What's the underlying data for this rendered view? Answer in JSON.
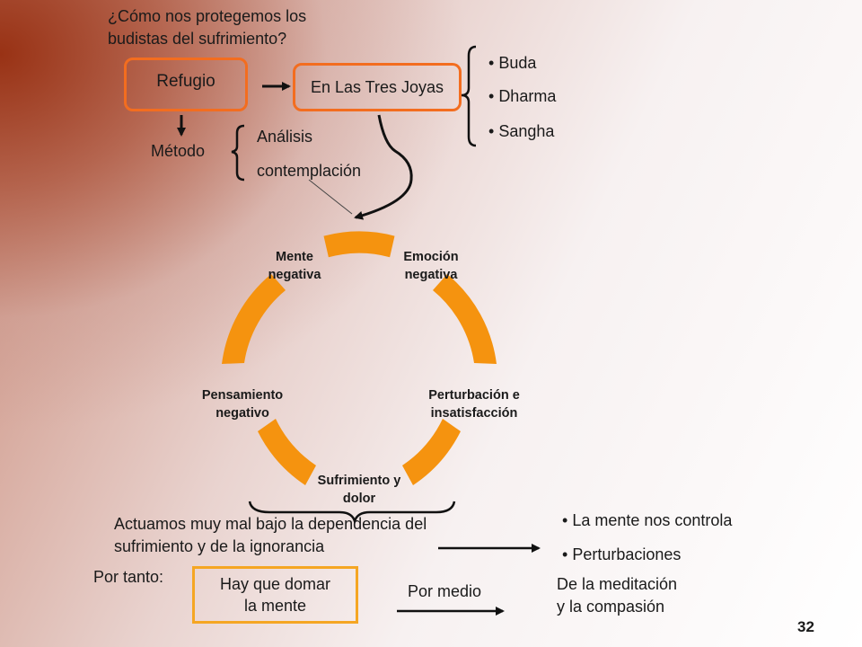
{
  "question": {
    "line1": "¿Cómo nos protegemos los",
    "line2": "budistas del sufrimiento?"
  },
  "refugio": "Refugio",
  "tres_joyas": "En Las Tres Joyas",
  "joyas": [
    "Buda",
    "Dharma",
    "Sangha"
  ],
  "metodo": "Método",
  "metodo_items": [
    "Análisis",
    "contemplación"
  ],
  "cycle": {
    "emocion": "Emoción negativa",
    "perturbacion": "Perturbación e insatisfacción",
    "sufrimiento": "Sufrimiento y dolor",
    "pensamiento": "Pensamiento negativo",
    "mente": "Mente negativa"
  },
  "conclusion": {
    "line1": "Actuamos muy mal bajo la dependencia del",
    "line2": "sufrimiento y de la ignorancia"
  },
  "results": [
    "La mente nos controla",
    "Perturbaciones"
  ],
  "por_tanto": "Por tanto:",
  "domar": {
    "line1": "Hay que domar",
    "line2": "la mente"
  },
  "por_medio": "Por medio",
  "meditacion": {
    "line1": "De la meditación",
    "line2": "y la compasión"
  },
  "slide_number": "32",
  "colors": {
    "arc": "#f5930f",
    "box_border_round": "#f36d1f",
    "box_border_square": "#f5a623"
  }
}
